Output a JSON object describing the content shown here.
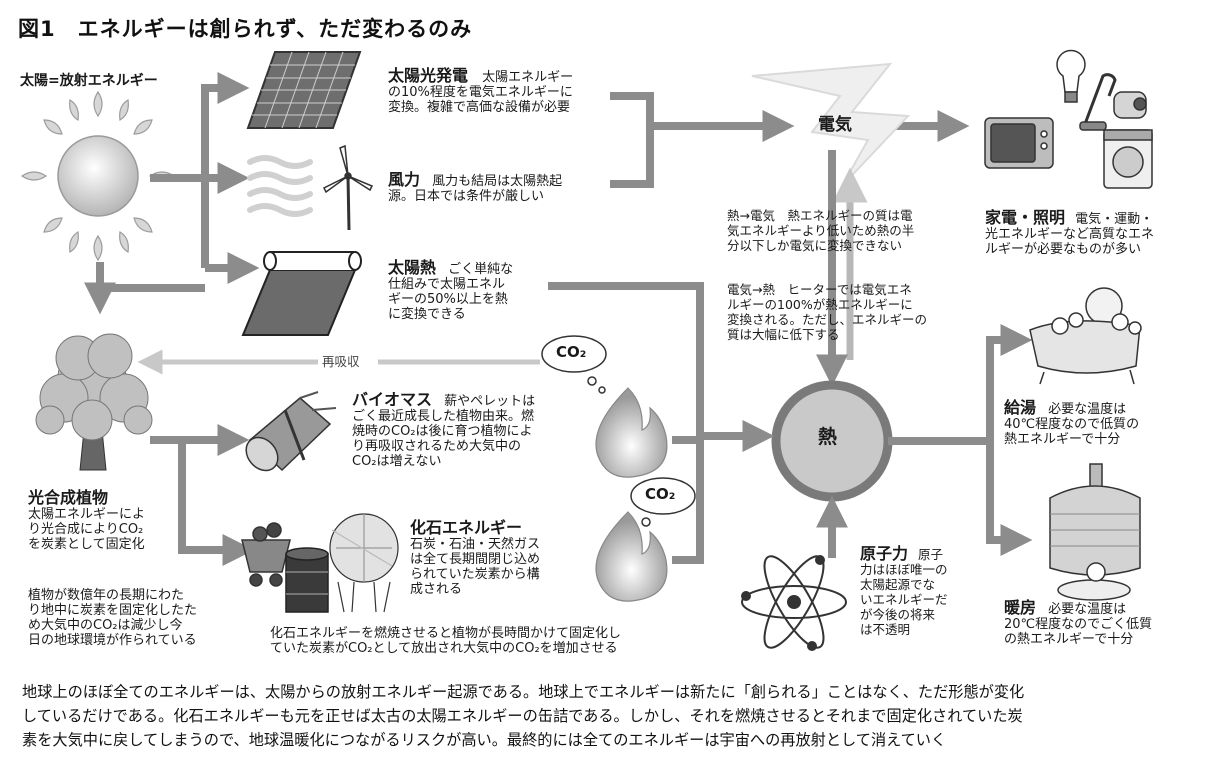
{
  "title": "図1　エネルギーは創られず、ただ変わるのみ",
  "sun_label": "太陽=放射エネルギー",
  "solar_pv": {
    "name": "太陽光発電",
    "desc_line1": "太陽エネルギー",
    "desc_line2": "の10%程度を電気エネルギーに",
    "desc_line3": "変換。複雑で高価な設備が必要"
  },
  "wind": {
    "name": "風力",
    "desc_line1": "風力も結局は太陽熱起",
    "desc_line2": "源。日本では条件が厳しい"
  },
  "solar_heat": {
    "name": "太陽熱",
    "desc_line1": "ごく単純な",
    "desc_line2": "仕組みで太陽エネル",
    "desc_line3": "ギーの50%以上を熱",
    "desc_line4": "に変換できる"
  },
  "electricity": "電気",
  "heat": "熱",
  "heat_to_elec": {
    "line1": "熱→電気　熱エネルギーの質は電",
    "line2": "気エネルギーより低いため熱の半",
    "line3": "分以下しか電気に変換できない"
  },
  "elec_to_heat": {
    "line1": "電気→熱　ヒーターでは電気エネ",
    "line2": "ルギーの100%が熱エネルギーに",
    "line3": "変換される。ただし、エネルギーの",
    "line4": "質は大幅に低下する"
  },
  "appliances": {
    "name": "家電・照明",
    "desc_line1": "電気・運動・",
    "desc_line2": "光エネルギーなど高質なエネ",
    "desc_line3": "ルギーが必要なものが多い"
  },
  "reabsorb": "再吸収",
  "co2": "CO₂",
  "biomass": {
    "name": "バイオマス",
    "desc_line1": "薪やペレットは",
    "desc_line2": "ごく最近成長した植物由来。燃",
    "desc_line3": "焼時のCO₂は後に育つ植物によ",
    "desc_line4": "り再吸収されるため大気中の",
    "desc_line5": "CO₂は増えない"
  },
  "photosynthesis": {
    "name": "光合成植物",
    "desc_line1": "太陽エネルギーによ",
    "desc_line2": "り光合成によりCO₂",
    "desc_line3": "を炭素として固定化"
  },
  "plant_note": {
    "line1": "植物が数億年の長期にわた",
    "line2": "り地中に炭素を固定化したた",
    "line3": "め大気中のCO₂は減少し今",
    "line4": "日の地球環境が作られている"
  },
  "fossil": {
    "name": "化石エネルギー",
    "desc_line1": "石炭・石油・天然ガス",
    "desc_line2": "は全て長期間閉じ込め",
    "desc_line3": "られていた炭素から構",
    "desc_line4": "成される"
  },
  "fossil_note": {
    "line1": "化石エネルギーを燃焼させると植物が長時間かけて固定化し",
    "line2": "ていた炭素がCO₂として放出され大気中のCO₂を増加させる"
  },
  "nuclear": {
    "name": "原子力",
    "desc_line1": "原子",
    "desc_line2": "力はほぼ唯一の",
    "desc_line3": "太陽起源でな",
    "desc_line4": "いエネルギーだ",
    "desc_line5": "が今後の将来",
    "desc_line6": "は不透明"
  },
  "hot_water": {
    "name": "給湯",
    "desc_line1": "必要な温度は",
    "desc_line2": "40℃程度なので低質の",
    "desc_line3": "熱エネルギーで十分"
  },
  "heating": {
    "name": "暖房",
    "desc_line1": "必要な温度は",
    "desc_line2": "20℃程度なのでごく低質",
    "desc_line3": "の熱エネルギーで十分"
  },
  "footer": {
    "line1": "地球上のほぼ全てのエネルギーは、太陽からの放射エネルギー起源である。地球上でエネルギーは新たに「創られる」ことはなく、ただ形態が変化",
    "line2": "しているだけである。化石エネルギーも元を正せば太古の太陽エネルギーの缶詰である。しかし、それを燃焼させるとそれまで固定化されていた炭",
    "line3": "素を大気中に戻してしまうので、地球温暖化につながるリスクが高い。最終的には全てのエネルギーは宇宙への再放射として消えていく"
  },
  "colors": {
    "arrow": "#8c8c8c",
    "light_arrow": "#c8c8c8",
    "circle_fill": "#c9c9c9",
    "circle_stroke": "#7a7a7a"
  }
}
